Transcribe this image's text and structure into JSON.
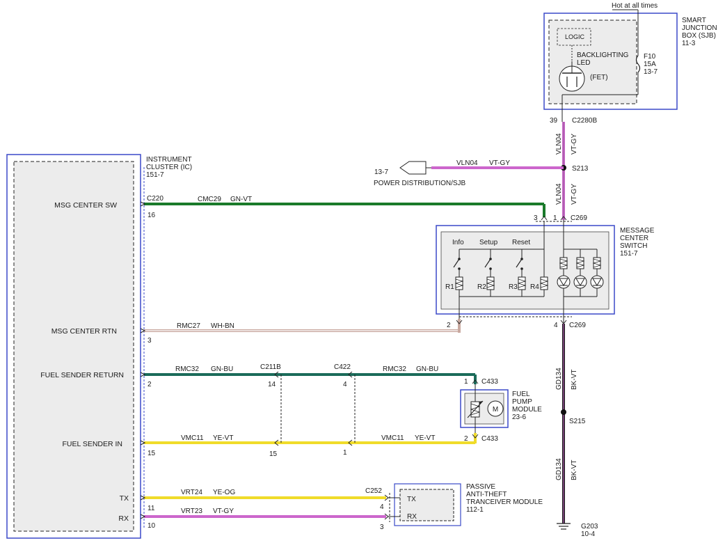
{
  "colors": {
    "box_blue": "#3a49c9",
    "box_fill": "#ececec",
    "wire_violet": "#cc66cc",
    "wire_green": "#1a7a2a",
    "wire_greenblue": "#1b6b5a",
    "wire_whitebrown": "#c9a9a0",
    "wire_yellow": "#f0dc2a",
    "wire_black": "#1a1a1a"
  },
  "sjb": {
    "title_lines": [
      "SMART",
      "JUNCTION",
      "BOX (SJB)",
      "11-3"
    ],
    "hot_at_all_times": "Hot at all times",
    "logic": "LOGIC",
    "backlighting_lines": [
      "BACKLIGHTING",
      "LED"
    ],
    "fet": "(FET)",
    "fuse_lines": [
      "F10",
      "15A",
      "13-7"
    ],
    "pin": "39",
    "connector": "C2280B"
  },
  "vertical_wires": {
    "top_circuit": "VLN04",
    "top_color": "VT-GY",
    "mid_circuit": "VLN04",
    "mid_color": "VT-GY",
    "splice_s213": "S213",
    "gd_circuit_1": "GD134",
    "gd_color_1": "BK-VT",
    "splice_s215": "S215",
    "gd_circuit_2": "GD134",
    "gd_color_2": "BK-VT",
    "ground": "G203",
    "ground_ref": "10-4"
  },
  "power_dist": {
    "ref": "13-7",
    "label": "POWER DISTRIBUTION/SJB",
    "circuit": "VLN04",
    "color": "VT-GY"
  },
  "ic": {
    "title_lines": [
      "INSTRUMENT",
      "CLUSTER (IC)",
      "151-7"
    ],
    "msg_center_sw": "MSG CENTER SW",
    "msg_center_rtn": "MSG CENTER RTN",
    "fuel_sender_return": "FUEL SENDER RETURN",
    "fuel_sender_in": "FUEL SENDER IN",
    "tx": "TX",
    "rx": "RX",
    "connector": "C220",
    "pin_sw": "16",
    "pin_rtn": "3",
    "pin_return": "2",
    "pin_in": "15",
    "pin_tx": "11",
    "pin_rx": "10"
  },
  "wires": {
    "sw_circuit": "CMC29",
    "sw_color": "GN-VT",
    "rtn_circuit": "RMC27",
    "rtn_color": "WH-BN",
    "ret_circuit_1": "RMC32",
    "ret_color_1": "GN-BU",
    "ret_circuit_2": "RMC32",
    "ret_color_2": "GN-BU",
    "in_circuit_1": "VMC11",
    "in_color_1": "YE-VT",
    "in_circuit_2": "VMC11",
    "in_color_2": "YE-VT",
    "tx_circuit": "VRT24",
    "tx_color": "YE-OG",
    "rx_circuit": "VRT23",
    "rx_color": "VT-GY"
  },
  "inline": {
    "c211b": "C211B",
    "c211b_pin_ret": "14",
    "c211b_pin_in": "15",
    "c422": "C422",
    "c422_pin_ret": "4",
    "c422_pin_in": "1"
  },
  "msg_switch": {
    "title_lines": [
      "MESSAGE",
      "CENTER",
      "SWITCH",
      "151-7"
    ],
    "info": "Info",
    "setup": "Setup",
    "reset": "Reset",
    "r1": "R1",
    "r2": "R2",
    "r3": "R3",
    "r4": "R4",
    "c269_top": "C269",
    "pin3": "3",
    "pin1": "1",
    "c269_bottom": "C269",
    "pin2": "2",
    "pin4": "4"
  },
  "fuel_pump": {
    "title_lines": [
      "FUEL",
      "PUMP",
      "MODULE",
      "23-6"
    ],
    "motor": "M",
    "c433_top": "C433",
    "pin1": "1",
    "c433_bottom": "C433",
    "pin2": "2"
  },
  "pats": {
    "title_lines": [
      "PASSIVE",
      "ANTI-THEFT",
      "TRANCEIVER MODULE",
      "112-1"
    ],
    "tx": "TX",
    "rx": "RX",
    "connector": "C252",
    "pin_tx": "4",
    "pin_rx": "3"
  }
}
